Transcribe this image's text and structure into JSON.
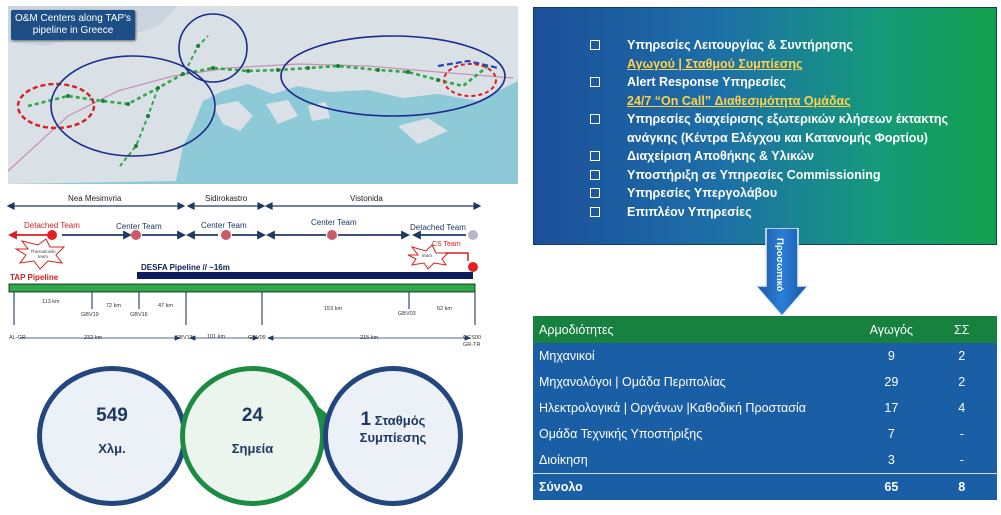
{
  "map": {
    "title": "O&M Centers along TAP's pipeline in Greece",
    "colors": {
      "sea": "#8ec9d8",
      "land": "#d7dfe8",
      "pipeline": "#33a94a",
      "oval": "#1a2c8c",
      "red": "#d62020"
    }
  },
  "schematic": {
    "sections": [
      "Nea Mesimvria",
      "Sidirokastro",
      "Vistonida"
    ],
    "teams": {
      "detached_left": "Detached Team",
      "center_1": "Center Team",
      "center_2": "Center Team",
      "center_3": "Center Team",
      "detached_right": "Detached Team",
      "cs_team": "CS Team",
      "burst_left": "Thessaloniki team",
      "burst_right": "team"
    },
    "tap_pipeline": "TAP Pipeline",
    "desfa_pipeline": "DESFA Pipeline // ~16m",
    "distances": [
      "113 km",
      "72 km",
      "47 km",
      "153 km",
      "62 km"
    ],
    "stations_top": [
      "GBV19",
      "GBV16",
      "GBV03"
    ],
    "stations_bottom": [
      "AL-GR",
      "GBV13",
      "GBV09",
      "GCS00\nGR-TR"
    ],
    "spans": [
      "232 km",
      "101 km",
      "215 km"
    ]
  },
  "circles": [
    {
      "value": "549",
      "label": "Χλμ."
    },
    {
      "value": "24",
      "label": "Σημεία"
    },
    {
      "value": "1",
      "label": "Σταθμός",
      "label2": "Συμπίεσης"
    }
  ],
  "services": {
    "items": [
      {
        "text": "Υπηρεσίες Λειτουργίας & Συντήρησης",
        "sub": "Αγωγού | Σταθμού Συμπίεσης"
      },
      {
        "text": "Alert Response Υπηρεσίες",
        "sub": "24/7 “On Call” Διαθεσιμότητα Ομάδας"
      },
      {
        "text": "Υπηρεσίες διαχείρισης εξωτερικών κλήσεων έκτακτης",
        "text2": "ανάγκης  (Κέντρα Ελέγχου και Κατανομής Φορτίου)"
      },
      {
        "text": "Διαχείριση Αποθήκης & Υλικών"
      },
      {
        "text": "Υποστήριξη σε Υπηρεσίες Commissioning"
      },
      {
        "text": "Υπηρεσίες Υπεργολάβου"
      },
      {
        "text": "Επιπλέον Υπηρεσίες"
      }
    ]
  },
  "arrow_label": "Προσωπικό",
  "staff_table": {
    "headers": [
      "Αρμοδιότητες",
      "Αγωγός",
      "ΣΣ"
    ],
    "rows": [
      [
        "Μηχανικοί",
        "9",
        "2"
      ],
      [
        "Μηχανολόγοι | Ομάδα Περιπολίας",
        "29",
        "2"
      ],
      [
        "Ηλεκτρολογικά | Οργάνων |Καθοδική Προστασία",
        "17",
        "4"
      ],
      [
        "Ομάδα Τεχνικής Υποστήριξης",
        "7",
        "-"
      ],
      [
        "Διοίκηση",
        "3",
        "-"
      ]
    ],
    "total": [
      "Σύνολο",
      "65",
      "8"
    ]
  }
}
